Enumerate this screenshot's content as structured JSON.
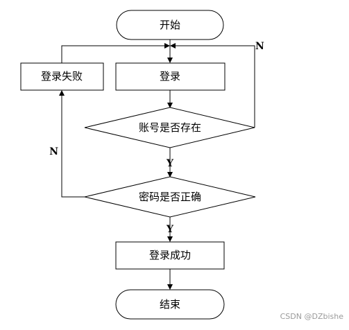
{
  "nodes": {
    "start": "开始",
    "login": "登录",
    "login_failed": "登录失败",
    "account_exists": "账号是否存在",
    "password_correct": "密码是否正确",
    "login_success": "登录成功",
    "end": "结束"
  },
  "edge_labels": {
    "account_no": "N",
    "account_yes": "Y",
    "password_no": "N",
    "password_yes": "Y"
  },
  "watermark": "CSDN @DZbishe"
}
